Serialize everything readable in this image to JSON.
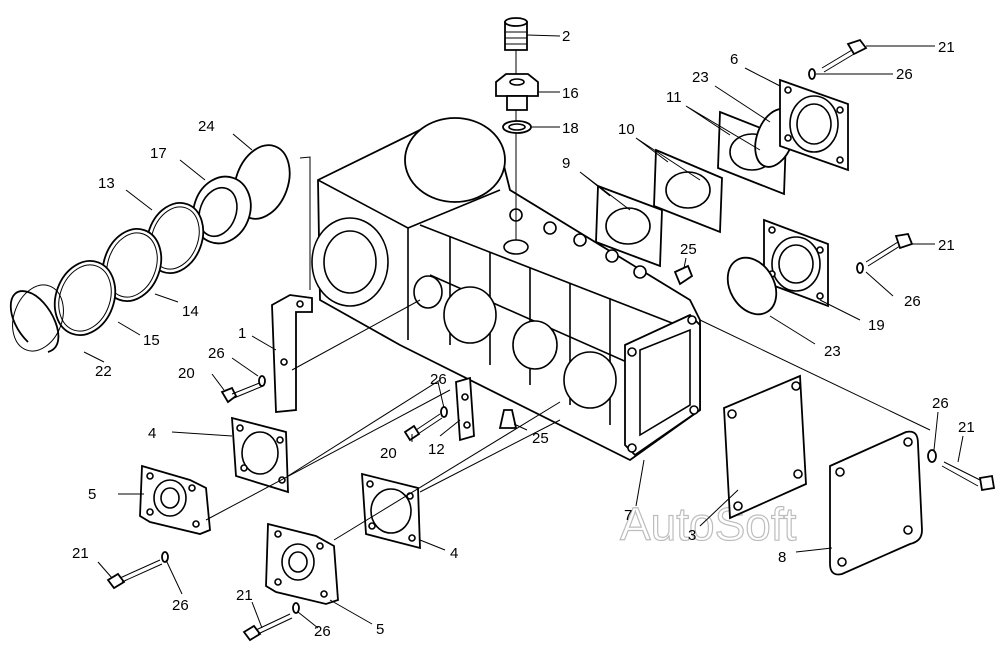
{
  "watermark": "AutoSoft",
  "callouts": [
    {
      "id": "c2",
      "text": "2"
    },
    {
      "id": "c16",
      "text": "16"
    },
    {
      "id": "c18",
      "text": "18"
    },
    {
      "id": "c21a",
      "text": "21"
    },
    {
      "id": "c26a",
      "text": "26"
    },
    {
      "id": "c6",
      "text": "6"
    },
    {
      "id": "c23a",
      "text": "23"
    },
    {
      "id": "c11",
      "text": "11"
    },
    {
      "id": "c10",
      "text": "10"
    },
    {
      "id": "c9",
      "text": "9"
    },
    {
      "id": "c25a",
      "text": "25"
    },
    {
      "id": "c21b",
      "text": "21"
    },
    {
      "id": "c26b",
      "text": "26"
    },
    {
      "id": "c19",
      "text": "19"
    },
    {
      "id": "c23b",
      "text": "23"
    },
    {
      "id": "c24",
      "text": "24"
    },
    {
      "id": "c17",
      "text": "17"
    },
    {
      "id": "c13",
      "text": "13"
    },
    {
      "id": "c14",
      "text": "14"
    },
    {
      "id": "c15",
      "text": "15"
    },
    {
      "id": "c22",
      "text": "22"
    },
    {
      "id": "c1",
      "text": "1"
    },
    {
      "id": "c26c",
      "text": "26"
    },
    {
      "id": "c20a",
      "text": "20"
    },
    {
      "id": "c26d",
      "text": "26"
    },
    {
      "id": "c20b",
      "text": "20"
    },
    {
      "id": "c12",
      "text": "12"
    },
    {
      "id": "c25b",
      "text": "25"
    },
    {
      "id": "c4a",
      "text": "4"
    },
    {
      "id": "c5a",
      "text": "5"
    },
    {
      "id": "c21c",
      "text": "21"
    },
    {
      "id": "c26e",
      "text": "26"
    },
    {
      "id": "c4b",
      "text": "4"
    },
    {
      "id": "c21d",
      "text": "21"
    },
    {
      "id": "c26f",
      "text": "26"
    },
    {
      "id": "c5b",
      "text": "5"
    },
    {
      "id": "c7",
      "text": "7"
    },
    {
      "id": "c3",
      "text": "3"
    },
    {
      "id": "c8",
      "text": "8"
    },
    {
      "id": "c26g",
      "text": "26"
    },
    {
      "id": "c21e",
      "text": "21"
    }
  ]
}
